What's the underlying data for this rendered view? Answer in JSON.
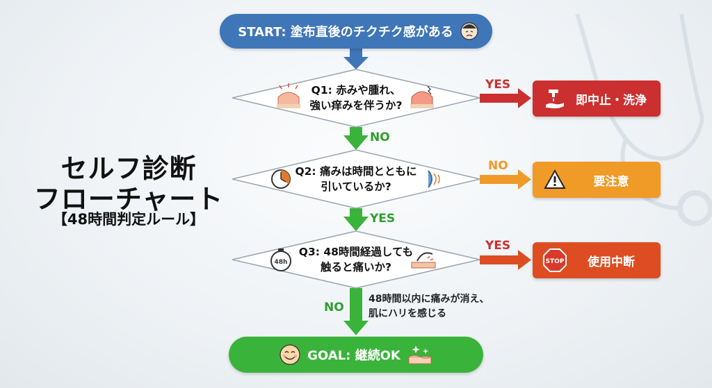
{
  "title": {
    "line1": "セルフ診断",
    "line2": "フローチャート",
    "line3": "【48時間判定ルール】"
  },
  "start": {
    "label": "START: 塗布直後のチクチク感がある"
  },
  "questions": [
    {
      "line1": "Q1: 赤みや腫れ、",
      "line2": "強い痒みを伴うか?"
    },
    {
      "line1": "Q2: 痛みは時間とともに",
      "line2": "引いているか?"
    },
    {
      "line1": "Q3: 48時間経過しても",
      "line2": "触ると痛いか?"
    }
  ],
  "branch_labels": {
    "q1_right": "YES",
    "q1_down": "NO",
    "q2_right": "NO",
    "q2_down": "YES",
    "q3_right": "YES",
    "q3_down": "NO"
  },
  "outcomes": [
    {
      "label": "即中止・洗浄",
      "icon": "faucet-hand-icon",
      "color": "#cc2f2f"
    },
    {
      "label": "要注意",
      "icon": "warning-icon",
      "color": "#f09a28"
    },
    {
      "label": "使用中断",
      "icon": "stop-sign-icon",
      "color": "#de4d22",
      "icon_text": "STOP"
    }
  ],
  "note": {
    "line1": "48時間以内に痛みが消え、",
    "line2": "肌にハリを感じる"
  },
  "goal": {
    "label": "GOAL: 継続OK"
  },
  "icons": {
    "timer_label": "48h"
  },
  "colors": {
    "start": "#3f76b8",
    "green": "#3ab33a",
    "red": "#cc2f2f",
    "orange": "#f09a28",
    "darkred": "#de4d22"
  }
}
